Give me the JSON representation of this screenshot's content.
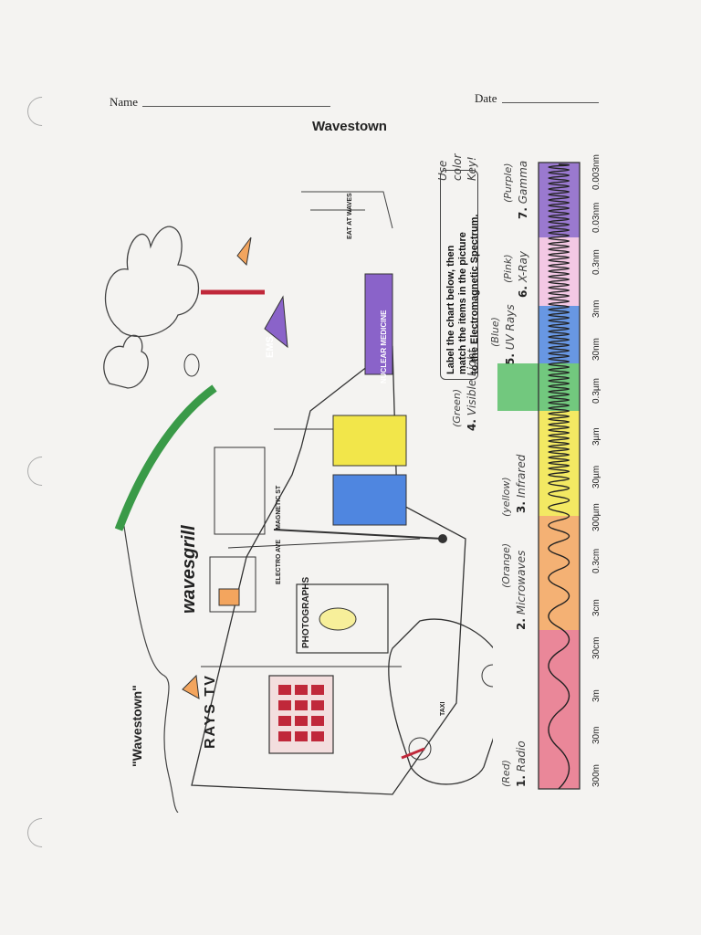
{
  "header": {
    "name_label": "Name",
    "date_label": "Date"
  },
  "worksheet_title": "Wavestown",
  "picture_title": "\"Wavestown\"",
  "instructions": [
    "Label the chart below, then",
    "match the items in the picture",
    "to the Electromagnetic Spectrum."
  ],
  "margin_note": [
    "Use",
    "color",
    "Key!"
  ],
  "spectrum": [
    {
      "num": "1.",
      "name": "Radio",
      "color_name": "(Red)",
      "color": "#e8738a"
    },
    {
      "num": "2.",
      "name": "Microwaves",
      "color_name": "(Orange)",
      "color": "#f3a55e"
    },
    {
      "num": "3.",
      "name": "Infrared",
      "color_name": "(yellow)",
      "color": "#f2e64a"
    },
    {
      "num": "4.",
      "name": "Visible Light",
      "color_name": "(Green)",
      "color": "#5bbf6a"
    },
    {
      "num": "5.",
      "name": "UV Rays",
      "color_name": "(Blue)",
      "color": "#4f86e0"
    },
    {
      "num": "6.",
      "name": "X-Ray",
      "color_name": "(Pink)",
      "color": "#f2bfe2"
    },
    {
      "num": "7.",
      "name": "Gamma",
      "color_name": "(Purple)",
      "color": "#8a63c9"
    }
  ],
  "wavelengths": [
    "300m",
    "30m",
    "3m",
    "30cm",
    "3cm",
    "0.3cm",
    "300µm",
    "30µm",
    "3µm",
    "0.3µm",
    "30nm",
    "3nm",
    "0.3nm",
    "0.03nm",
    "0.003nm"
  ],
  "signs": {
    "rays_tv": "RAYS TV",
    "photographs": "PHOTOGRAPHS",
    "wavesgrill": "wavesgrill",
    "electro_st": "ELECTRO AVE",
    "magnetic_st": "MAGNETIC ST",
    "nuclear_medicine": "NUCLEAR MEDICINE",
    "ems": "EMS",
    "eat_at_wavesgrill": "EAT AT WAVES",
    "taxi": "TAXI"
  }
}
